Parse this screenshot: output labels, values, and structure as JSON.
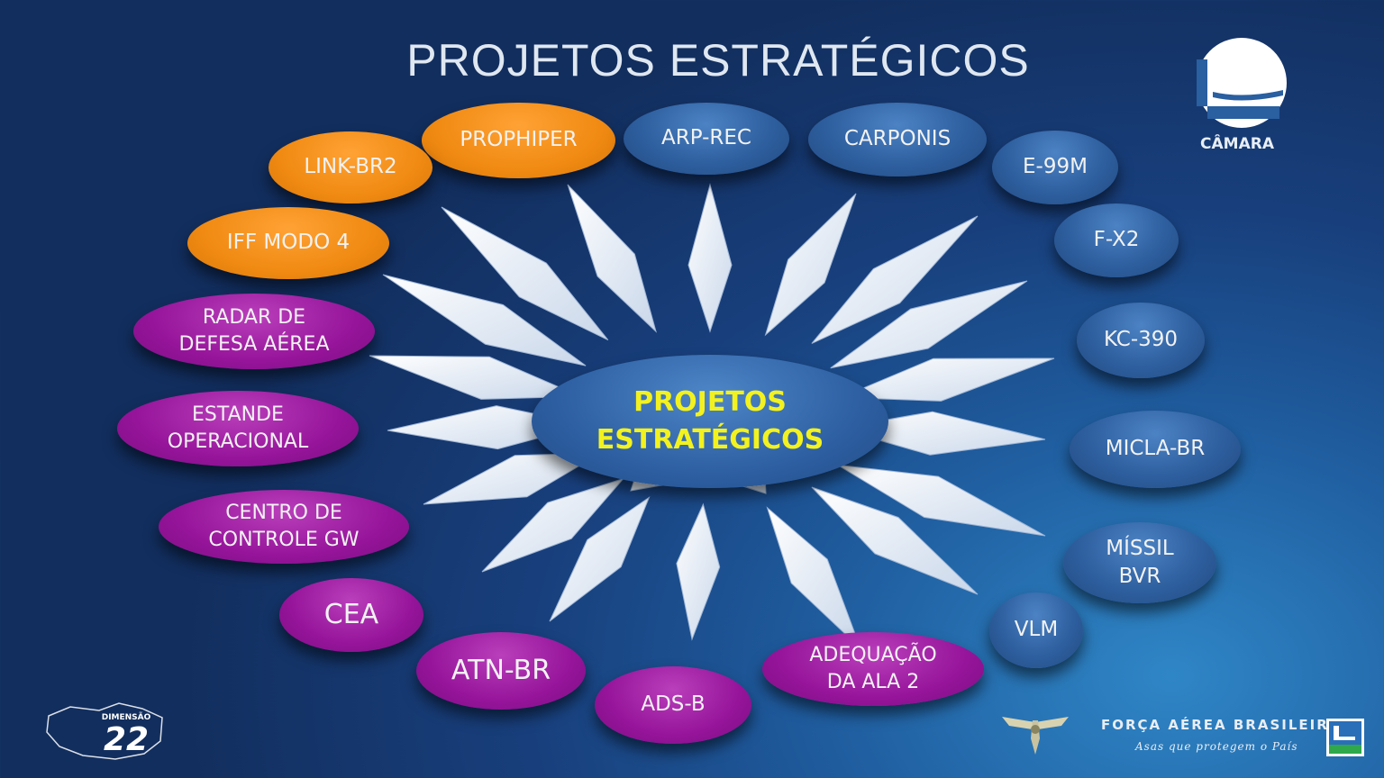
{
  "title": "PROJETOS ESTRATÉGICOS",
  "center": "PROJETOS\nESTRATÉGICOS",
  "colors": {
    "blue": "#2e5f9f",
    "orange": "#f08a12",
    "purple": "#96149a",
    "center_text": "#f3f21e",
    "title": "#dfe7f1"
  },
  "nodes": {
    "prophiper": "PROPHIPER",
    "arp_rec": "ARP-REC",
    "carponis": "CARPONIS",
    "e99m": "E-99M",
    "link_br2": "LINK-BR2",
    "fx2": "F-X2",
    "iff_modo4": "IFF MODO 4",
    "radar": "RADAR DE\nDEFESA AÉREA",
    "kc390": "KC-390",
    "estande": "ESTANDE\nOPERACIONAL",
    "micla_br": "MICLA-BR",
    "centro": "CENTRO DE\nCONTROLE GW",
    "missil": "MÍSSIL\nBVR",
    "cea": "CEA",
    "vlm": "VLM",
    "adequacao": "ADEQUAÇÃO\nDA ALA 2",
    "atn_br": "ATN-BR",
    "ads_b": "ADS-B"
  },
  "logos": {
    "camara": "CÂMARA",
    "dimensao": "DIMENSÃO",
    "dimensao_num": "22",
    "fab_name": "FORÇA AÉREA BRASILEIRA",
    "fab_slogan": "Asas que protegem o País"
  }
}
